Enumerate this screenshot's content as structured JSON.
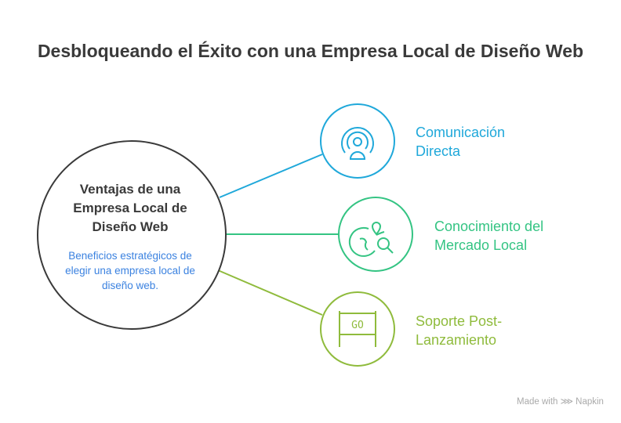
{
  "title": "Desbloqueando el Éxito con una Empresa Local de Diseño Web",
  "center": {
    "title": "Ventajas de una Empresa Local de Diseño Web",
    "description": "Beneficios estratégicos de elegir una empresa local de diseño web."
  },
  "branches": [
    {
      "label": "Comunicación Directa",
      "icon": "broadcast-person-icon",
      "color": "#1fa8da"
    },
    {
      "label": "Conocimiento del Mercado Local",
      "icon": "globe-location-search-icon",
      "color": "#34c483"
    },
    {
      "label": "Soporte Post-Lanzamiento",
      "icon": "go-sign-icon",
      "icon_text": "GO",
      "color": "#8fbb3c"
    }
  ],
  "watermark": "Made with ⋙ Napkin"
}
